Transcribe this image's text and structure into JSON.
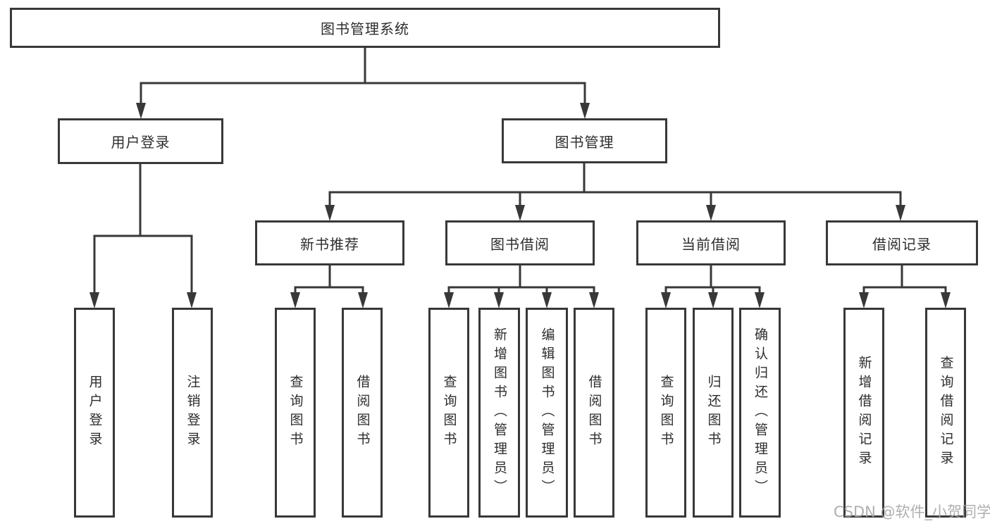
{
  "diagram": {
    "title": "图书管理系统",
    "watermark": "CSDN @软件_小贺同学",
    "colors": {
      "line": "#383838",
      "box_border": "#383838",
      "text": "#2d2d2d",
      "watermark_text": "#a5a5a5",
      "background": "#ffffff"
    },
    "user_login": {
      "label": "用户登录",
      "children": [
        {
          "label": "用户登录"
        },
        {
          "label": "注销登录"
        }
      ]
    },
    "book_mgmt": {
      "label": "图书管理",
      "children": [
        {
          "label": "新书推荐",
          "children": [
            {
              "label": "查询图书"
            },
            {
              "label": "借阅图书"
            }
          ]
        },
        {
          "label": "图书借阅",
          "children": [
            {
              "label": "查询图书"
            },
            {
              "label": "新增图书（管理员）"
            },
            {
              "label": "编辑图书（管理员）"
            },
            {
              "label": "借阅图书"
            }
          ]
        },
        {
          "label": "当前借阅",
          "children": [
            {
              "label": "查询图书"
            },
            {
              "label": "归还图书"
            },
            {
              "label": "确认归还（管理员）"
            }
          ]
        },
        {
          "label": "借阅记录",
          "children": [
            {
              "label": "新增借阅记录"
            },
            {
              "label": "查询借阅记录"
            }
          ]
        }
      ]
    }
  }
}
